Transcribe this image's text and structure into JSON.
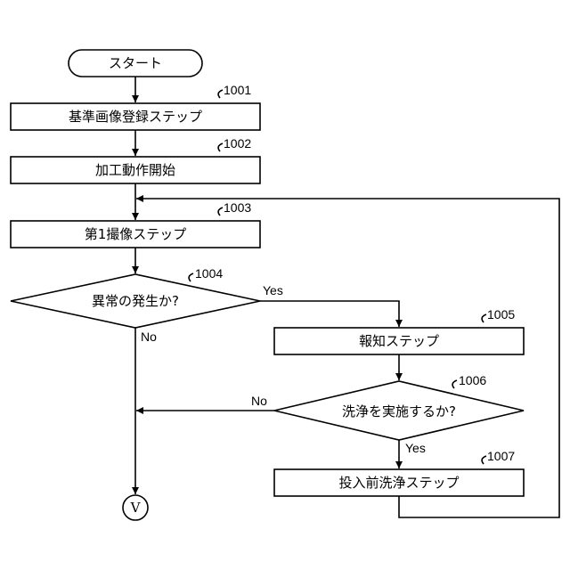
{
  "nodes": {
    "start": {
      "label": "スタート"
    },
    "s1001": {
      "label": "基準画像登録ステップ",
      "ref": "1001"
    },
    "s1002": {
      "label": "加工動作開始",
      "ref": "1002"
    },
    "s1003": {
      "label": "第1撮像ステップ",
      "ref": "1003"
    },
    "d1004": {
      "label": "異常の発生か?",
      "ref": "1004",
      "yes": "Yes",
      "no": "No"
    },
    "s1005": {
      "label": "報知ステップ",
      "ref": "1005"
    },
    "d1006": {
      "label": "洗浄を実施するか?",
      "ref": "1006",
      "yes": "Yes",
      "no": "No"
    },
    "s1007": {
      "label": "投入前洗浄ステップ",
      "ref": "1007"
    },
    "connector": {
      "label": "V"
    }
  },
  "colors": {
    "stroke": "#000000",
    "fill": "#ffffff"
  }
}
